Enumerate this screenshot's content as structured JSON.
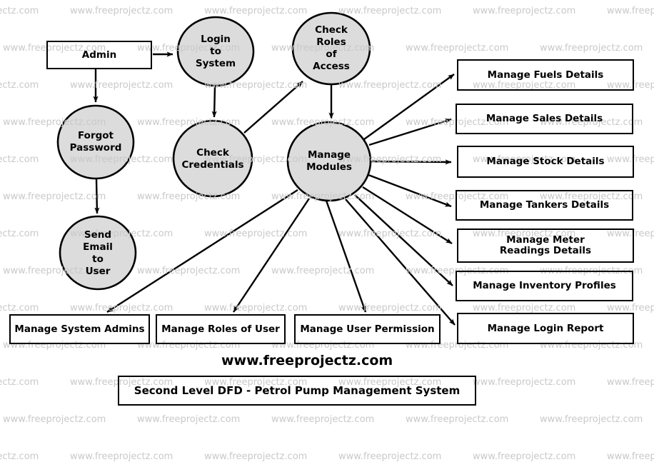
{
  "diagram": {
    "title": "Second Level DFD - Petrol Pump Management System",
    "brand": "www.freeprojectz.com",
    "watermark_text": "www.freeprojectz.com",
    "colors": {
      "process_fill": "#dcdcdc",
      "stroke": "#000000",
      "background": "#ffffff",
      "watermark": "#c9c9c9"
    },
    "entities": [
      {
        "id": "admin",
        "label": "Admin",
        "shape": "rectangle"
      }
    ],
    "processes": [
      {
        "id": "login-to-system",
        "label": "Login\nto\nSystem",
        "shape": "circle"
      },
      {
        "id": "check-roles-of-access",
        "label": "Check\nRoles\nof\nAccess",
        "shape": "circle"
      },
      {
        "id": "forgot-password",
        "label": "Forgot\nPassword",
        "shape": "circle"
      },
      {
        "id": "check-credentials",
        "label": "Check\nCredentials",
        "shape": "circle"
      },
      {
        "id": "send-email-to-user",
        "label": "Send\nEmail\nto\nUser",
        "shape": "circle"
      },
      {
        "id": "manage-modules",
        "label": "Manage\nModules",
        "shape": "circle"
      }
    ],
    "modules_right": [
      {
        "id": "manage-fuels-details",
        "label": "Manage Fuels Details"
      },
      {
        "id": "manage-sales-details",
        "label": "Manage Sales Details"
      },
      {
        "id": "manage-stock-details",
        "label": "Manage Stock Details"
      },
      {
        "id": "manage-tankers-details",
        "label": "Manage Tankers Details"
      },
      {
        "id": "manage-meter-readings-details",
        "label": "Manage Meter\nReadings Details"
      },
      {
        "id": "manage-inventory-profiles",
        "label": "Manage Inventory Profiles"
      },
      {
        "id": "manage-login-report",
        "label": "Manage Login Report"
      }
    ],
    "modules_bottom": [
      {
        "id": "manage-system-admins",
        "label": "Manage System Admins"
      },
      {
        "id": "manage-roles-of-user",
        "label": "Manage Roles of User"
      },
      {
        "id": "manage-user-permission",
        "label": "Manage User Permission"
      }
    ],
    "flows": [
      {
        "from": "admin",
        "to": "login-to-system"
      },
      {
        "from": "admin",
        "to": "forgot-password"
      },
      {
        "from": "forgot-password",
        "to": "send-email-to-user"
      },
      {
        "from": "login-to-system",
        "to": "check-credentials"
      },
      {
        "from": "check-credentials",
        "to": "check-roles-of-access"
      },
      {
        "from": "check-roles-of-access",
        "to": "manage-modules"
      },
      {
        "from": "manage-modules",
        "to": "manage-fuels-details"
      },
      {
        "from": "manage-modules",
        "to": "manage-sales-details"
      },
      {
        "from": "manage-modules",
        "to": "manage-stock-details"
      },
      {
        "from": "manage-modules",
        "to": "manage-tankers-details"
      },
      {
        "from": "manage-modules",
        "to": "manage-meter-readings-details"
      },
      {
        "from": "manage-modules",
        "to": "manage-inventory-profiles"
      },
      {
        "from": "manage-modules",
        "to": "manage-login-report"
      },
      {
        "from": "manage-modules",
        "to": "manage-system-admins"
      },
      {
        "from": "manage-modules",
        "to": "manage-roles-of-user"
      },
      {
        "from": "manage-modules",
        "to": "manage-user-permission"
      }
    ]
  }
}
